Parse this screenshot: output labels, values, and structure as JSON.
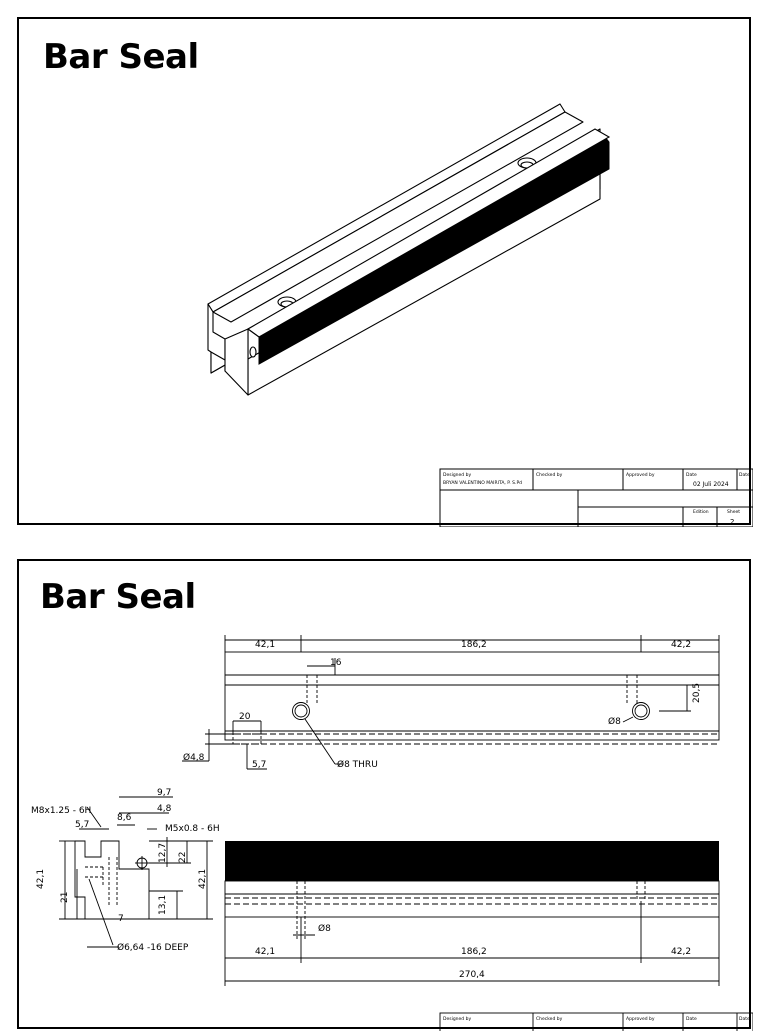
{
  "sheet1": {
    "title": "Bar Seal",
    "title_block": {
      "designed_by_label": "Designed by",
      "designed_by": "BRYAN VALENTINO MAIRITA, P. S.Pd",
      "checked_by_label": "Checked by",
      "approved_by_label": "Approved by",
      "date_label": "Date",
      "date": "02 Juli 2024",
      "date2_label": "Date",
      "edition_label": "Edition",
      "sheet_label": "Sheet",
      "sheet": "2"
    }
  },
  "sheet2": {
    "title": "Bar Seal",
    "top_view": {
      "dim_left": "42,1",
      "dim_mid": "186,2",
      "dim_right": "42,2",
      "dim_counterbore": "16",
      "dim_height": "20,5",
      "dim_slot": "20",
      "dim_dia_slot": "Ø4,8",
      "dim_small": "5,7",
      "hole_left": "Ø8 THRU",
      "hole_right": "Ø8"
    },
    "side_view": {
      "thread_m8": "M8x1.25 - 6H",
      "thread_m5": "M5x0.8 - 6H",
      "d_9_7": "9,7",
      "d_4_8": "4,8",
      "d_8_6": "8,6",
      "d_5_7": "5,7",
      "d_12_7": "12,7",
      "d_22": "22",
      "d_42_1_left": "42,1",
      "d_42_1_right": "42,1",
      "d_21": "21",
      "d_13_1": "13,1",
      "d_7": "7",
      "deep": "Ø6,64 -16 DEEP"
    },
    "front_view": {
      "dim_left": "42,1",
      "dim_mid": "186,2",
      "dim_right": "42,2",
      "dim_total": "270,4",
      "hole": "Ø8"
    },
    "title_block": {
      "designed_by_label": "Designed by",
      "checked_by_label": "Checked by",
      "approved_by_label": "Approved by",
      "date_label": "Date",
      "date2_label": "Date"
    }
  }
}
